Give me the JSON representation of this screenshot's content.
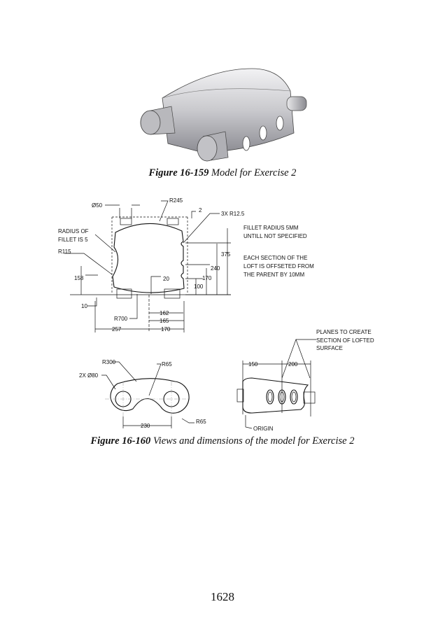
{
  "figure1": {
    "number": "Figure 16-159",
    "title": "Model for Exercise 2"
  },
  "figure2": {
    "number": "Figure 16-160",
    "title": "Views and dimensions of the model for Exercise 2"
  },
  "front_view": {
    "labels": [
      "Ø50",
      "R245",
      "2",
      "3X R12.5",
      "RADIUS OF",
      "FILLET IS 5",
      "R115",
      "375",
      "240",
      "170",
      "100",
      "158",
      "20",
      "10",
      "162",
      "R700",
      "165",
      "257",
      "170"
    ]
  },
  "notes": {
    "fillet": [
      "FILLET RADIUS 5MM",
      "UNTILL NOT SPECIFIED"
    ],
    "loft": [
      "EACH SECTION OF THE",
      "LOFT IS OFFSETED FROM",
      "THE PARENT BY 10MM"
    ],
    "planes": [
      "PLANES TO CREATE",
      "SECTION OF LOFTED",
      "SURFACE"
    ]
  },
  "top_view": {
    "labels": [
      "R300",
      "R65",
      "2X Ø80",
      "R65",
      "230"
    ]
  },
  "side_view": {
    "labels": [
      "150",
      "200",
      "ORIGIN"
    ]
  },
  "page_number": "1628"
}
